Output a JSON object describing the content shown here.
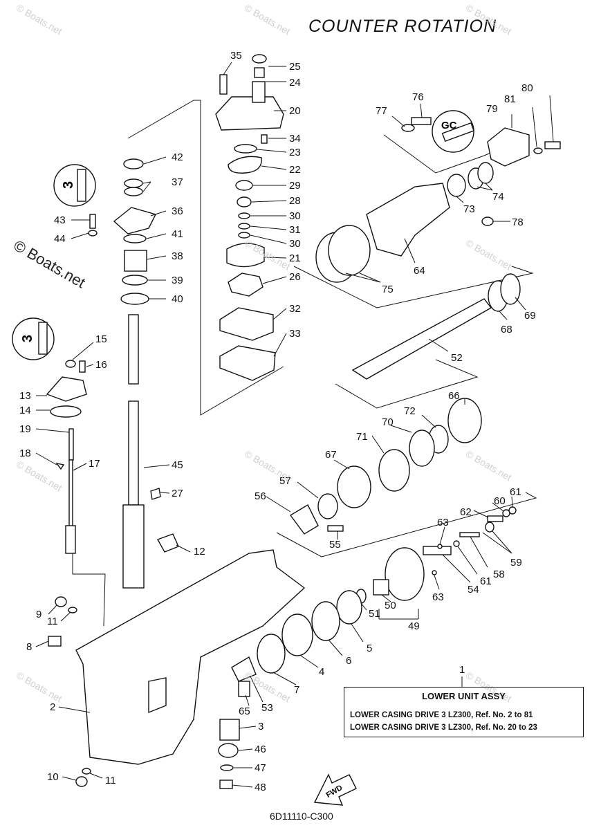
{
  "title": "COUNTER ROTATION",
  "footer_code": "6D11110-C300",
  "copyright": "© Boats.net",
  "watermark_text": "© Boats.net",
  "info_box": {
    "header": "LOWER UNIT ASSY",
    "line1": "LOWER CASING DRIVE 3 LZ300,   Ref. No. 2 to 81",
    "line2": "LOWER CASING DRIVE 3 LZ300,   Ref. No. 20 to 23"
  },
  "fwd_label": "FWD",
  "insets": {
    "a": "3",
    "b": "GC",
    "c": "3"
  },
  "part_labels": [
    {
      "id": "35",
      "text": "35"
    },
    {
      "id": "25",
      "text": "25"
    },
    {
      "id": "24",
      "text": "24"
    },
    {
      "id": "20",
      "text": "20"
    },
    {
      "id": "34",
      "text": "34"
    },
    {
      "id": "23",
      "text": "23"
    },
    {
      "id": "22",
      "text": "22"
    },
    {
      "id": "29",
      "text": "29"
    },
    {
      "id": "28",
      "text": "28"
    },
    {
      "id": "30a",
      "text": "30"
    },
    {
      "id": "31",
      "text": "31"
    },
    {
      "id": "30b",
      "text": "30"
    },
    {
      "id": "21",
      "text": "21"
    },
    {
      "id": "26",
      "text": "26"
    },
    {
      "id": "32",
      "text": "32"
    },
    {
      "id": "33",
      "text": "33"
    },
    {
      "id": "42",
      "text": "42"
    },
    {
      "id": "37",
      "text": "37"
    },
    {
      "id": "36",
      "text": "36"
    },
    {
      "id": "43",
      "text": "43"
    },
    {
      "id": "44",
      "text": "44"
    },
    {
      "id": "41",
      "text": "41"
    },
    {
      "id": "38",
      "text": "38"
    },
    {
      "id": "39",
      "text": "39"
    },
    {
      "id": "40",
      "text": "40"
    },
    {
      "id": "15",
      "text": "15"
    },
    {
      "id": "16",
      "text": "16"
    },
    {
      "id": "13",
      "text": "13"
    },
    {
      "id": "14",
      "text": "14"
    },
    {
      "id": "19",
      "text": "19"
    },
    {
      "id": "18",
      "text": "18"
    },
    {
      "id": "17",
      "text": "17"
    },
    {
      "id": "45",
      "text": "45"
    },
    {
      "id": "27",
      "text": "27"
    },
    {
      "id": "12",
      "text": "12"
    },
    {
      "id": "9",
      "text": "9"
    },
    {
      "id": "11a",
      "text": "11"
    },
    {
      "id": "8",
      "text": "8"
    },
    {
      "id": "2",
      "text": "2"
    },
    {
      "id": "10",
      "text": "10"
    },
    {
      "id": "11b",
      "text": "11"
    },
    {
      "id": "77",
      "text": "77"
    },
    {
      "id": "76",
      "text": "76"
    },
    {
      "id": "79",
      "text": "79"
    },
    {
      "id": "81",
      "text": "81"
    },
    {
      "id": "80",
      "text": "80"
    },
    {
      "id": "74",
      "text": "74"
    },
    {
      "id": "73",
      "text": "73"
    },
    {
      "id": "78",
      "text": "78"
    },
    {
      "id": "64",
      "text": "64"
    },
    {
      "id": "75",
      "text": "75"
    },
    {
      "id": "68",
      "text": "68"
    },
    {
      "id": "69",
      "text": "69"
    },
    {
      "id": "52",
      "text": "52"
    },
    {
      "id": "66",
      "text": "66"
    },
    {
      "id": "72",
      "text": "72"
    },
    {
      "id": "70",
      "text": "70"
    },
    {
      "id": "71",
      "text": "71"
    },
    {
      "id": "67",
      "text": "67"
    },
    {
      "id": "57",
      "text": "57"
    },
    {
      "id": "56",
      "text": "56"
    },
    {
      "id": "55",
      "text": "55"
    },
    {
      "id": "61a",
      "text": "61"
    },
    {
      "id": "60",
      "text": "60"
    },
    {
      "id": "62",
      "text": "62"
    },
    {
      "id": "63a",
      "text": "63"
    },
    {
      "id": "59",
      "text": "59"
    },
    {
      "id": "58",
      "text": "58"
    },
    {
      "id": "61b",
      "text": "61"
    },
    {
      "id": "54",
      "text": "54"
    },
    {
      "id": "63b",
      "text": "63"
    },
    {
      "id": "50",
      "text": "50"
    },
    {
      "id": "51",
      "text": "51"
    },
    {
      "id": "49",
      "text": "49"
    },
    {
      "id": "5",
      "text": "5"
    },
    {
      "id": "6",
      "text": "6"
    },
    {
      "id": "4",
      "text": "4"
    },
    {
      "id": "7",
      "text": "7"
    },
    {
      "id": "1",
      "text": "1"
    },
    {
      "id": "53",
      "text": "53"
    },
    {
      "id": "65",
      "text": "65"
    },
    {
      "id": "3",
      "text": "3"
    },
    {
      "id": "46",
      "text": "46"
    },
    {
      "id": "47",
      "text": "47"
    },
    {
      "id": "48",
      "text": "48"
    }
  ]
}
